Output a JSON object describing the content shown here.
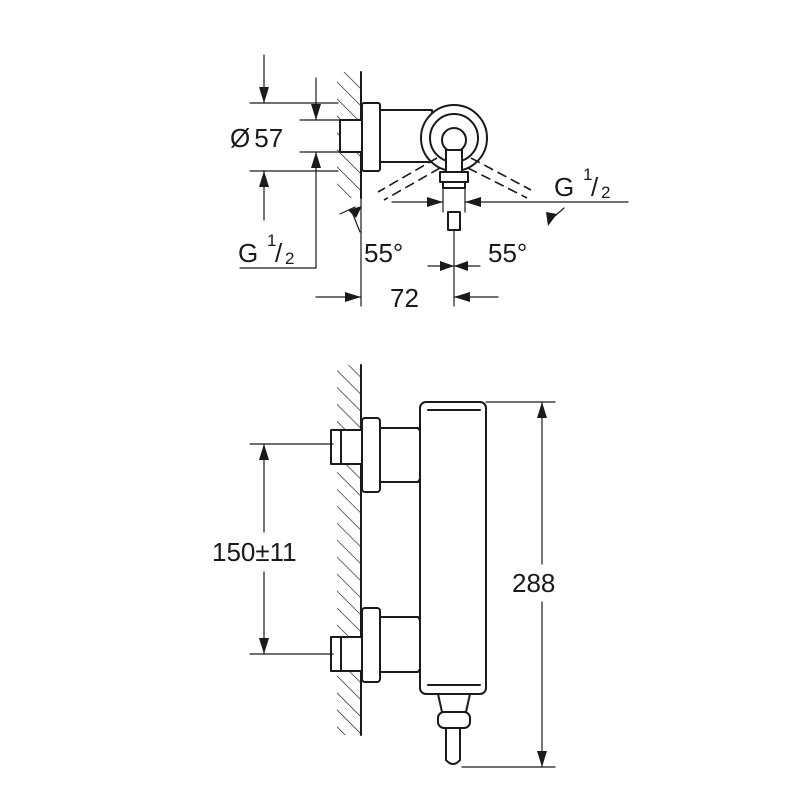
{
  "top_view": {
    "diameter_symbol": "Ø",
    "diameter_value": "57",
    "thread_left": {
      "letter": "G",
      "num": "1",
      "den": "2"
    },
    "thread_right": {
      "letter": "G",
      "num": "1",
      "den": "2"
    },
    "angle_left": "55°",
    "angle_right": "55°",
    "depth": "72"
  },
  "side_view": {
    "centres": "150±11",
    "height": "288"
  }
}
